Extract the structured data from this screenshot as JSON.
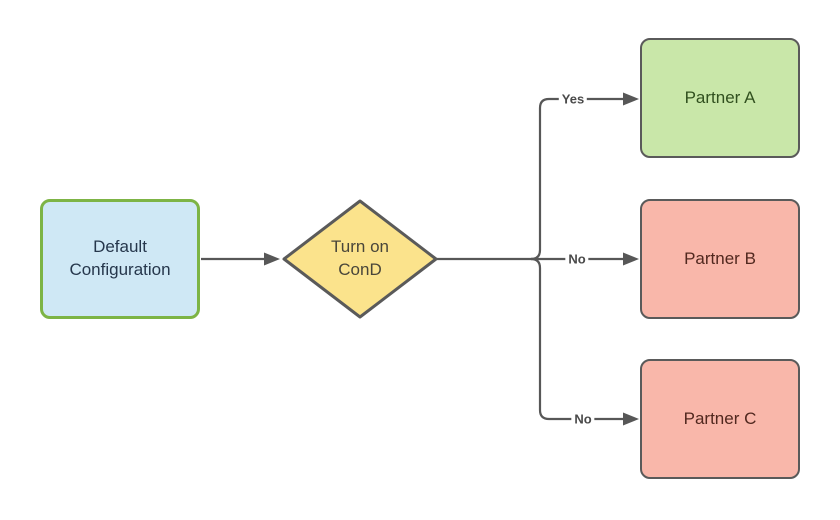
{
  "diagram": {
    "type": "flowchart",
    "background_color": "#ffffff",
    "connector_color": "#575757",
    "nodes": {
      "start": {
        "label": "Default Configuration",
        "shape": "rounded-rectangle",
        "fill": "#cfe8f5",
        "border_color": "#7db445",
        "text_color": "#26374c"
      },
      "decision": {
        "label": "Turn on ConD",
        "shape": "diamond",
        "fill": "#fbe38c",
        "border_color": "#5a5a5a",
        "text_color": "#49463a"
      },
      "partner_a": {
        "label": "Partner A",
        "shape": "rounded-rectangle",
        "fill": "#c9e7a9",
        "border_color": "#5a5a5a",
        "text_color": "#31501f"
      },
      "partner_b": {
        "label": "Partner B",
        "shape": "rounded-rectangle",
        "fill": "#f9b7aa",
        "border_color": "#5a5a5a",
        "text_color": "#51281f"
      },
      "partner_c": {
        "label": "Partner C",
        "shape": "rounded-rectangle",
        "fill": "#f9b7aa",
        "border_color": "#5a5a5a",
        "text_color": "#51281f"
      }
    },
    "edges": [
      {
        "from": "start",
        "to": "decision",
        "label": ""
      },
      {
        "from": "decision",
        "to": "partner_a",
        "label": "Yes"
      },
      {
        "from": "decision",
        "to": "partner_b",
        "label": "No"
      },
      {
        "from": "decision",
        "to": "partner_c",
        "label": "No"
      }
    ]
  }
}
